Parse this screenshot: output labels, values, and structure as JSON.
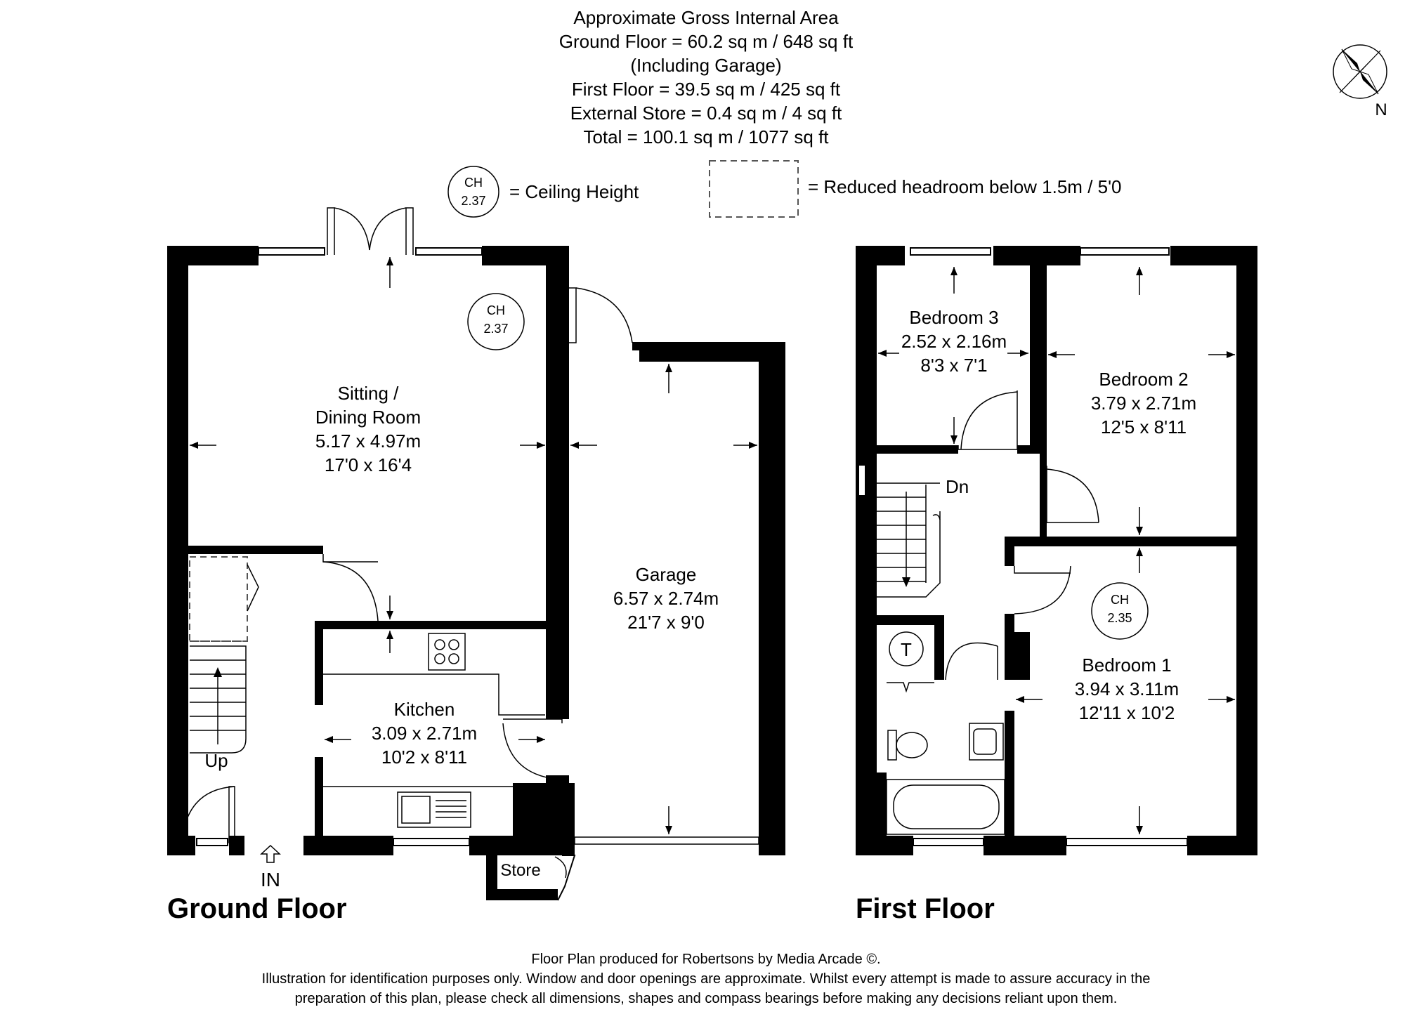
{
  "header": {
    "line1": "Approximate Gross Internal Area",
    "line2": "Ground Floor = 60.2 sq m / 648 sq ft",
    "line3": "(Including Garage)",
    "line4": "First Floor = 39.5 sq m / 425 sq ft",
    "line5": "External Store = 0.4 sq m / 4 sq ft",
    "line6": "Total = 100.1 sq m / 1077 sq ft"
  },
  "legend": {
    "ch_label": "CH",
    "ch_value": "2.37",
    "ch_text": "= Ceiling Height",
    "headroom_text": "= Reduced headroom below 1.5m / 5'0"
  },
  "compass": {
    "label": "N",
    "icon": "compass-rose-icon"
  },
  "ground_floor": {
    "title": "Ground Floor",
    "entrance_label": "IN",
    "stairs_label": "Up",
    "ch_marker": {
      "label": "CH",
      "value": "2.37"
    },
    "rooms": {
      "sitting": {
        "name1": "Sitting /",
        "name2": "Dining Room",
        "metric": "5.17 x 4.97m",
        "imperial": "17'0 x 16'4"
      },
      "garage": {
        "name": "Garage",
        "metric": "6.57 x 2.74m",
        "imperial": "21'7 x 9'0"
      },
      "kitchen": {
        "name": "Kitchen",
        "metric": "3.09 x 2.71m",
        "imperial": "10'2 x 8'11"
      },
      "store": {
        "name": "Store"
      }
    }
  },
  "first_floor": {
    "title": "First Floor",
    "stairs_label": "Dn",
    "cupboard_label": "T",
    "ch_marker": {
      "label": "CH",
      "value": "2.35"
    },
    "rooms": {
      "bedroom3": {
        "name": "Bedroom 3",
        "metric": "2.52 x 2.16m",
        "imperial": "8'3 x 7'1"
      },
      "bedroom2": {
        "name": "Bedroom 2",
        "metric": "3.79 x 2.71m",
        "imperial": "12'5 x 8'11"
      },
      "bedroom1": {
        "name": "Bedroom 1",
        "metric": "3.94 x 3.11m",
        "imperial": "12'11 x 10'2"
      }
    }
  },
  "footer": {
    "line1": "Floor Plan produced for Robertsons by Media Arcade ©.",
    "line2": "Illustration for identification purposes only. Window and door openings are approximate. Whilst every attempt is made to assure accuracy in the",
    "line3": "preparation of this plan, please check all dimensions, shapes and compass bearings before making any decisions reliant upon them."
  }
}
